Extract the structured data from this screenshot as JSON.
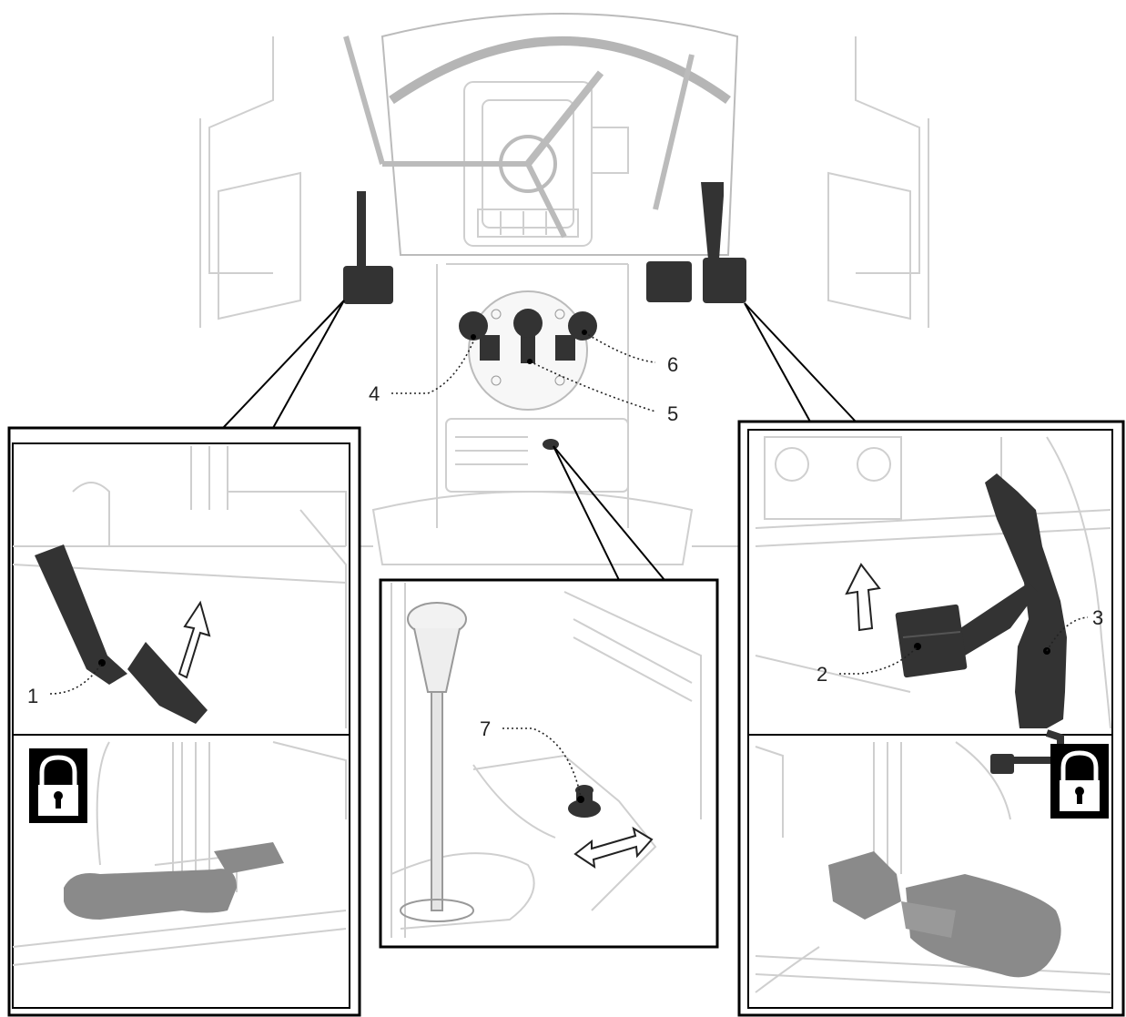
{
  "callouts": {
    "c1": "1",
    "c2": "2",
    "c3": "3",
    "c4": "4",
    "c5": "5",
    "c6": "6",
    "c7": "7"
  },
  "icons": {
    "lock_left": "lock-icon",
    "lock_right": "lock-icon",
    "arrow_up_left": "arrow-up-icon",
    "arrow_up_right": "arrow-up-icon",
    "arrow_double": "double-arrow-icon"
  },
  "colors": {
    "pedal_dark": "#333333",
    "pedal_grey": "#8a8a8a",
    "line": "#000000",
    "sketch": "#cfcfcf"
  }
}
